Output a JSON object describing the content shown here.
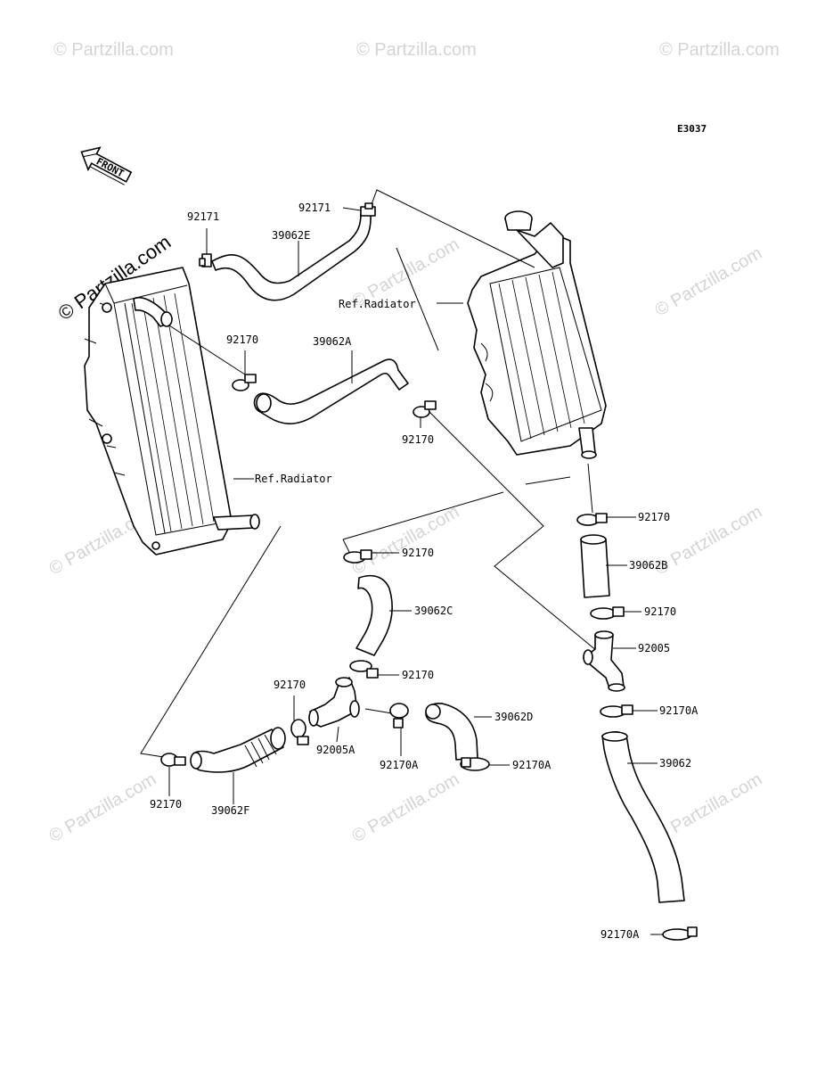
{
  "diagram": {
    "code": "E3037",
    "front_label": "FRONT",
    "watermark_text": "© Partzilla.com",
    "watermark_large": "© Partzilla.com",
    "parts": {
      "p92171_left": "92171",
      "p92171_top": "92171",
      "p39062E": "39062E",
      "p92170_upper_left": "92170",
      "p39062A": "39062A",
      "p92170_mid": "92170",
      "ref_radiator_right": "Ref.Radiator",
      "ref_radiator_left": "Ref.Radiator",
      "p92170_right1": "92170",
      "p39062B": "39062B",
      "p92170_right2": "92170",
      "p92005": "92005",
      "p92170A_right1": "92170A",
      "p39062": "39062",
      "p92170A_bottom": "92170A",
      "p92170_c1": "92170",
      "p39062C": "39062C",
      "p92170_c2": "92170",
      "p92170_lower_left": "92170",
      "p92005A": "92005A",
      "p92170A_mid": "92170A",
      "p39062D": "39062D",
      "p92170A_mid2": "92170A",
      "p92170_bottom_left": "92170",
      "p39062F": "39062F"
    }
  }
}
